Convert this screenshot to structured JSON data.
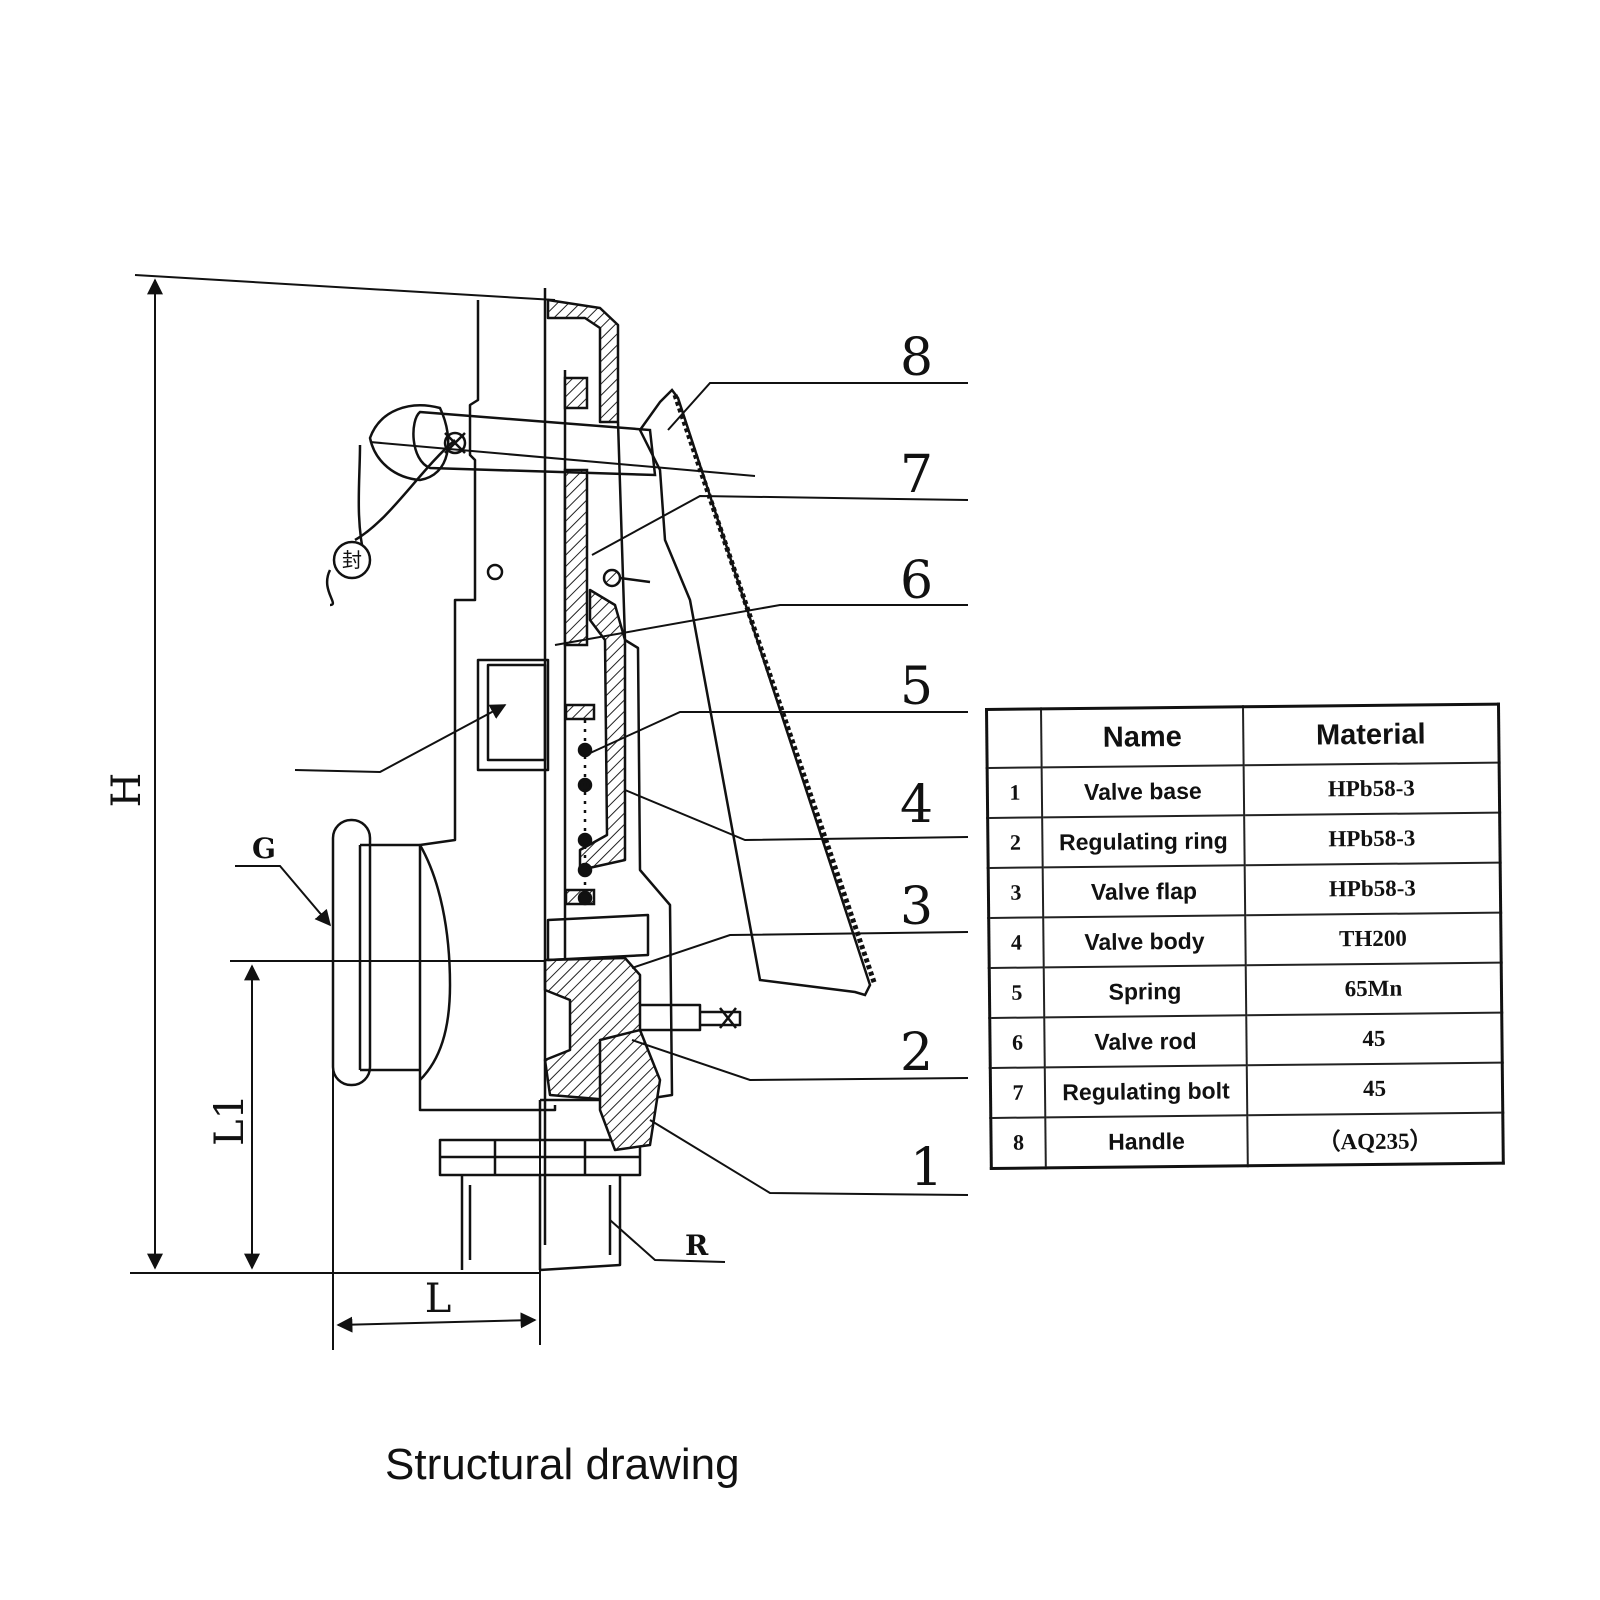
{
  "drawing": {
    "dimension_labels": {
      "height": "H",
      "inlet_height": "L1",
      "length": "L",
      "inlet": "G",
      "outlet": "R"
    },
    "seal_glyph": "封",
    "callouts": [
      "8",
      "7",
      "6",
      "5",
      "4",
      "3",
      "2",
      "1"
    ]
  },
  "table": {
    "headers": {
      "no": "",
      "name": "Name",
      "material": "Material"
    },
    "rows": [
      {
        "no": "1",
        "name": "Valve base",
        "material": "HPb58-3"
      },
      {
        "no": "2",
        "name": "Regulating ring",
        "material": "HPb58-3"
      },
      {
        "no": "3",
        "name": "Valve flap",
        "material": "HPb58-3"
      },
      {
        "no": "4",
        "name": "Valve body",
        "material": "TH200"
      },
      {
        "no": "5",
        "name": "Spring",
        "material": "65Mn"
      },
      {
        "no": "6",
        "name": "Valve rod",
        "material": "45"
      },
      {
        "no": "7",
        "name": "Regulating bolt",
        "material": "45"
      },
      {
        "no": "8",
        "name": "Handle",
        "material": "（AQ235）"
      }
    ]
  },
  "caption": "Structural drawing"
}
